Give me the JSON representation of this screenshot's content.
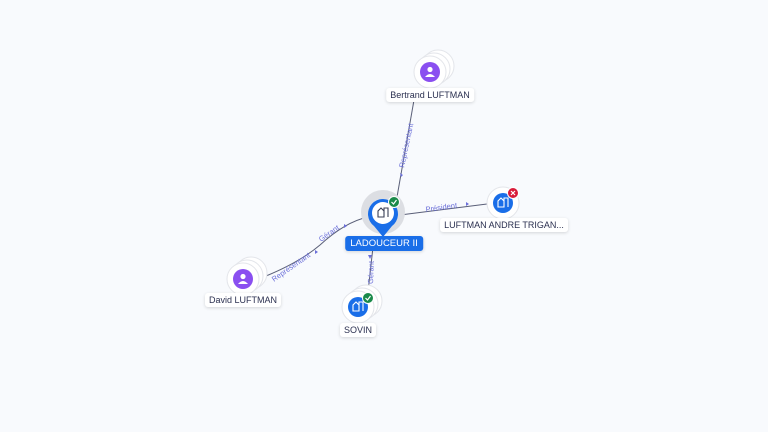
{
  "center": {
    "name": "LADOUCEUR II",
    "status": "active"
  },
  "nodes": [
    {
      "name": "Bertrand LUFTMAN",
      "type": "person"
    },
    {
      "name": "David LUFTMAN",
      "type": "person"
    },
    {
      "name": "SOVIN",
      "type": "company",
      "status": "active"
    },
    {
      "name": "LUFTMAN ANDRE TRIGAN...",
      "type": "company",
      "status": "closed"
    }
  ],
  "edges": [
    {
      "label": "Représentant"
    },
    {
      "label": "Gérant",
      "label2": "Représentant"
    },
    {
      "label": "Gérant"
    },
    {
      "label": "Président"
    }
  ],
  "colors": {
    "company": "#1a6ee8",
    "person": "#8a4ff0",
    "active": "#1a8a4a",
    "closed": "#d81b3a",
    "edge": "#5a5f78",
    "edge_label": "#6b6fd9"
  }
}
